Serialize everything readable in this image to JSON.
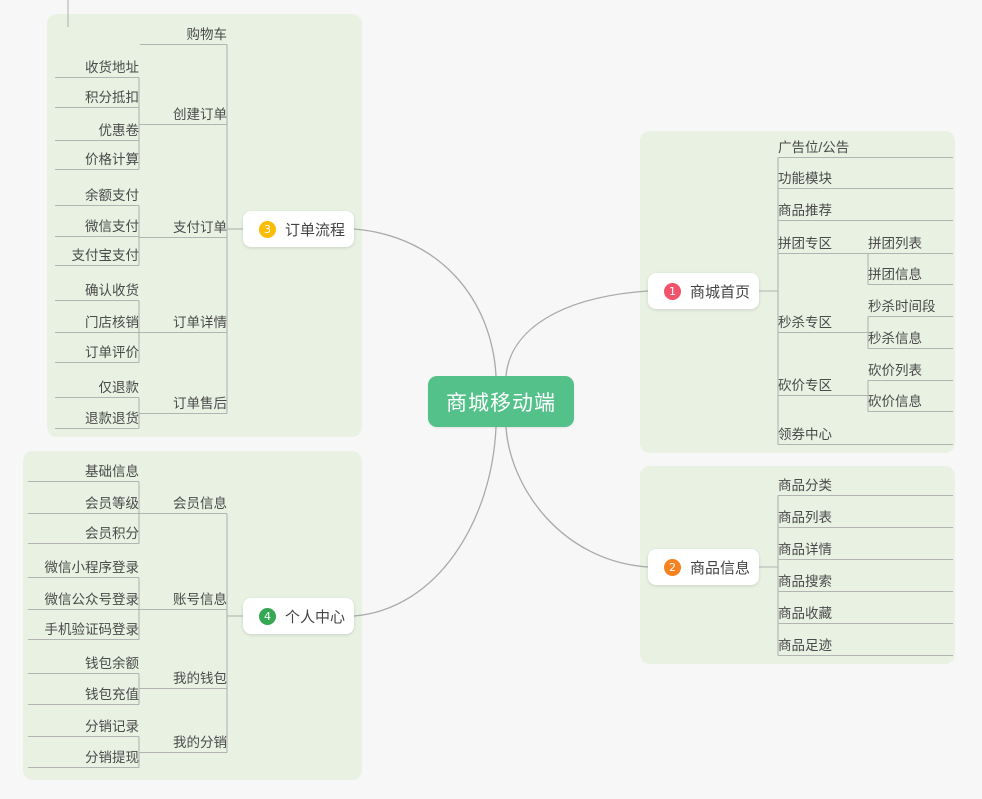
{
  "canvas": {
    "background": "#f7f7f7",
    "group_background": "#e8f1e2",
    "connector_color": "#b3b3b3",
    "central_color": "#54c08a",
    "node_background": "#ffffff"
  },
  "central": {
    "label": "商城移动端"
  },
  "branches": [
    {
      "number": "1",
      "label": "商城首页",
      "badge_color": "#f2536a"
    },
    {
      "number": "2",
      "label": "商品信息",
      "badge_color": "#f5821f"
    },
    {
      "number": "3",
      "label": "订单流程",
      "badge_color": "#fbbc05"
    },
    {
      "number": "4",
      "label": "个人中心",
      "badge_color": "#34a853"
    }
  ],
  "groups": {
    "mall_home": {
      "topics": [
        {
          "label": "广告位/公告",
          "children": []
        },
        {
          "label": "功能模块",
          "children": []
        },
        {
          "label": "商品推荐",
          "children": []
        },
        {
          "label": "拼团专区",
          "children": [
            "拼团列表",
            "拼团信息"
          ]
        },
        {
          "label": "秒杀专区",
          "children": [
            "秒杀时间段",
            "秒杀信息"
          ]
        },
        {
          "label": "砍价专区",
          "children": [
            "砍价列表",
            "砍价信息"
          ]
        },
        {
          "label": "领券中心",
          "children": []
        }
      ]
    },
    "product_info": {
      "topics": [
        {
          "label": "商品分类",
          "children": []
        },
        {
          "label": "商品列表",
          "children": []
        },
        {
          "label": "商品详情",
          "children": []
        },
        {
          "label": "商品搜索",
          "children": []
        },
        {
          "label": "商品收藏",
          "children": []
        },
        {
          "label": "商品足迹",
          "children": []
        }
      ]
    },
    "order_flow": {
      "topics": [
        {
          "label": "购物车",
          "children": []
        },
        {
          "label": "创建订单",
          "children": [
            "收货地址",
            "积分抵扣",
            "优惠卷",
            "价格计算"
          ]
        },
        {
          "label": "支付订单",
          "children": [
            "余额支付",
            "微信支付",
            "支付宝支付"
          ]
        },
        {
          "label": "订单详情",
          "children": [
            "确认收货",
            "门店核销",
            "订单评价"
          ]
        },
        {
          "label": "订单售后",
          "children": [
            "仅退款",
            "退款退货"
          ]
        }
      ]
    },
    "user_center": {
      "topics": [
        {
          "label": "会员信息",
          "children": [
            "基础信息",
            "会员等级",
            "会员积分"
          ]
        },
        {
          "label": "账号信息",
          "children": [
            "微信小程序登录",
            "微信公众号登录",
            "手机验证码登录"
          ]
        },
        {
          "label": "我的钱包",
          "children": [
            "钱包余额",
            "钱包充值"
          ]
        },
        {
          "label": "我的分销",
          "children": [
            "分销记录",
            "分销提现"
          ]
        }
      ]
    }
  }
}
